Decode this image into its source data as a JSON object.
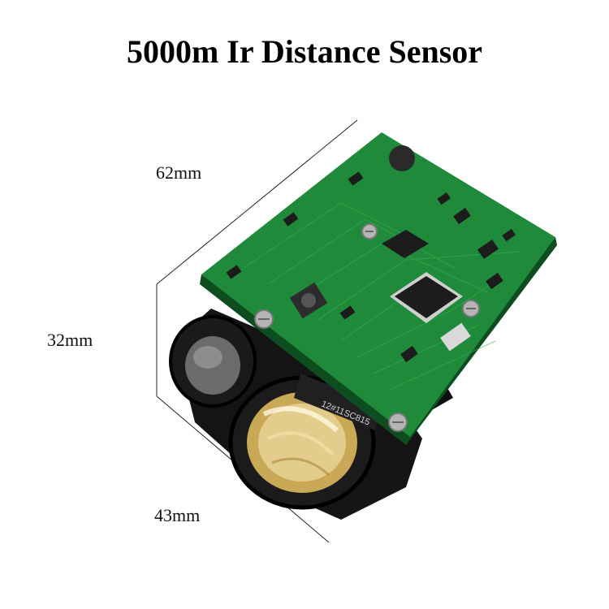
{
  "title": "5000m Ir Distance Sensor",
  "dimensions": {
    "length": "62mm",
    "height": "32mm",
    "width": "43mm"
  },
  "board_markings": {
    "lens_label": "12#11SC815"
  },
  "colors": {
    "pcb": "#1f8a3a",
    "pcb_dark": "#136a2a",
    "housing": "#141414",
    "lens": "#d8b96a"
  }
}
